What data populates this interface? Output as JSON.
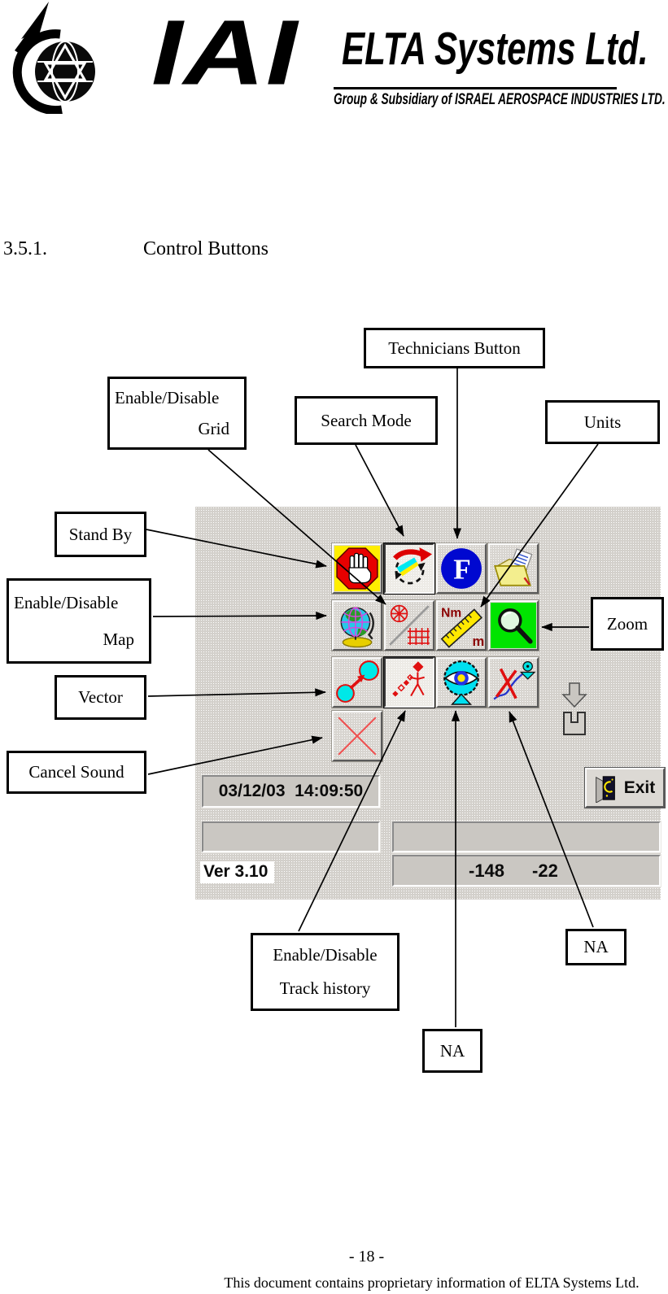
{
  "logo": {
    "iai": "IAI",
    "company": "ELTA Systems Ltd.",
    "subtitle": "Group & Subsidiary of ISRAEL AEROSPACE INDUSTRIES LTD."
  },
  "heading": {
    "number": "3.5.1.",
    "title": "Control Buttons"
  },
  "callouts": {
    "technicians": "Technicians Button",
    "grid": {
      "line1": "Enable/Disable",
      "line2": "Grid"
    },
    "search_mode": "Search Mode",
    "units": "Units",
    "stand_by": "Stand By",
    "map": {
      "line1": "Enable/Disable",
      "line2": "Map"
    },
    "vector": "Vector",
    "cancel_sound": "Cancel Sound",
    "zoom": "Zoom",
    "track_history": {
      "line1": "Enable/Disable",
      "line2": "Track history"
    },
    "na_center": "NA",
    "na_right": "NA"
  },
  "panel": {
    "datetime": "03/12/03  14:09:50",
    "version": "Ver 3.10",
    "coord_x": "-148",
    "coord_y": "-22",
    "exit_label": "Exit",
    "f_letter": "F",
    "ruler_units_top": "Nm",
    "ruler_units_bottom": "m",
    "button_icons": [
      "stand-by-hand",
      "search-mode-rotate",
      "technicians-f",
      "files-folder",
      "map-globe",
      "grid-compass",
      "units-ruler",
      "zoom-magnifier",
      "vector-circles",
      "track-history-figure",
      "eye-watch",
      "na-crossed-track",
      "cancel-sound-x",
      "download-save",
      "exit-door"
    ]
  },
  "footer": {
    "page_number": "- 18 -",
    "notice": "This document contains proprietary information of ELTA Systems Ltd."
  },
  "colors": {
    "panel_bg": "#d3d0cb",
    "stop_red": "#e01010",
    "stop_yellow": "#ffee00",
    "technicians_blue": "#0008d0",
    "zoom_green": "#00e400",
    "cyan": "#00e0f0",
    "ruler_yellow": "#ffe800",
    "dark_red_text": "#8a0000"
  }
}
